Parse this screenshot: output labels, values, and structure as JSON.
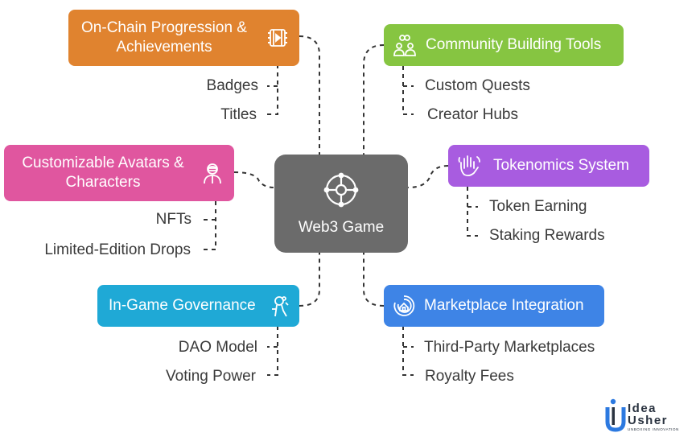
{
  "center": {
    "label": "Web3 Game",
    "icon": "network-hub-icon"
  },
  "nodes": [
    {
      "key": "onchain",
      "label_lines": [
        "On-Chain Progression &",
        "Achievements"
      ],
      "color": "#E0832F",
      "icon": "film-strip-icon",
      "items": [
        "Badges",
        "Titles"
      ]
    },
    {
      "key": "avatars",
      "label_lines": [
        "Customizable Avatars &",
        "Characters"
      ],
      "color": "#E0569F",
      "icon": "avatar-icon",
      "items": [
        "NFTs",
        "Limited-Edition Drops"
      ]
    },
    {
      "key": "governance",
      "label_lines": [
        "In-Game Governance"
      ],
      "color": "#1FA9D6",
      "icon": "governance-icon",
      "items": [
        "DAO Model",
        "Voting Power"
      ]
    },
    {
      "key": "community",
      "label_lines": [
        "Community Building Tools"
      ],
      "color": "#86C541",
      "icon": "community-icon",
      "items": [
        "Custom Quests",
        "Creator Hubs"
      ]
    },
    {
      "key": "tokenomics",
      "label_lines": [
        "Tokenomics System"
      ],
      "color": "#A85CE0",
      "icon": "hand-wave-icon",
      "items": [
        "Token Earning",
        "Staking Rewards"
      ]
    },
    {
      "key": "marketplace",
      "label_lines": [
        "Marketplace Integration"
      ],
      "color": "#3E84E6",
      "icon": "marketplace-icon",
      "items": [
        "Third-Party Marketplaces",
        "Royalty Fees"
      ]
    }
  ],
  "logo": {
    "line1": "Idea",
    "line2": "Usher",
    "tagline": "UNBOXING INNOVATION",
    "color_dark": "#2A3340",
    "color_accent": "#2C79E0"
  }
}
